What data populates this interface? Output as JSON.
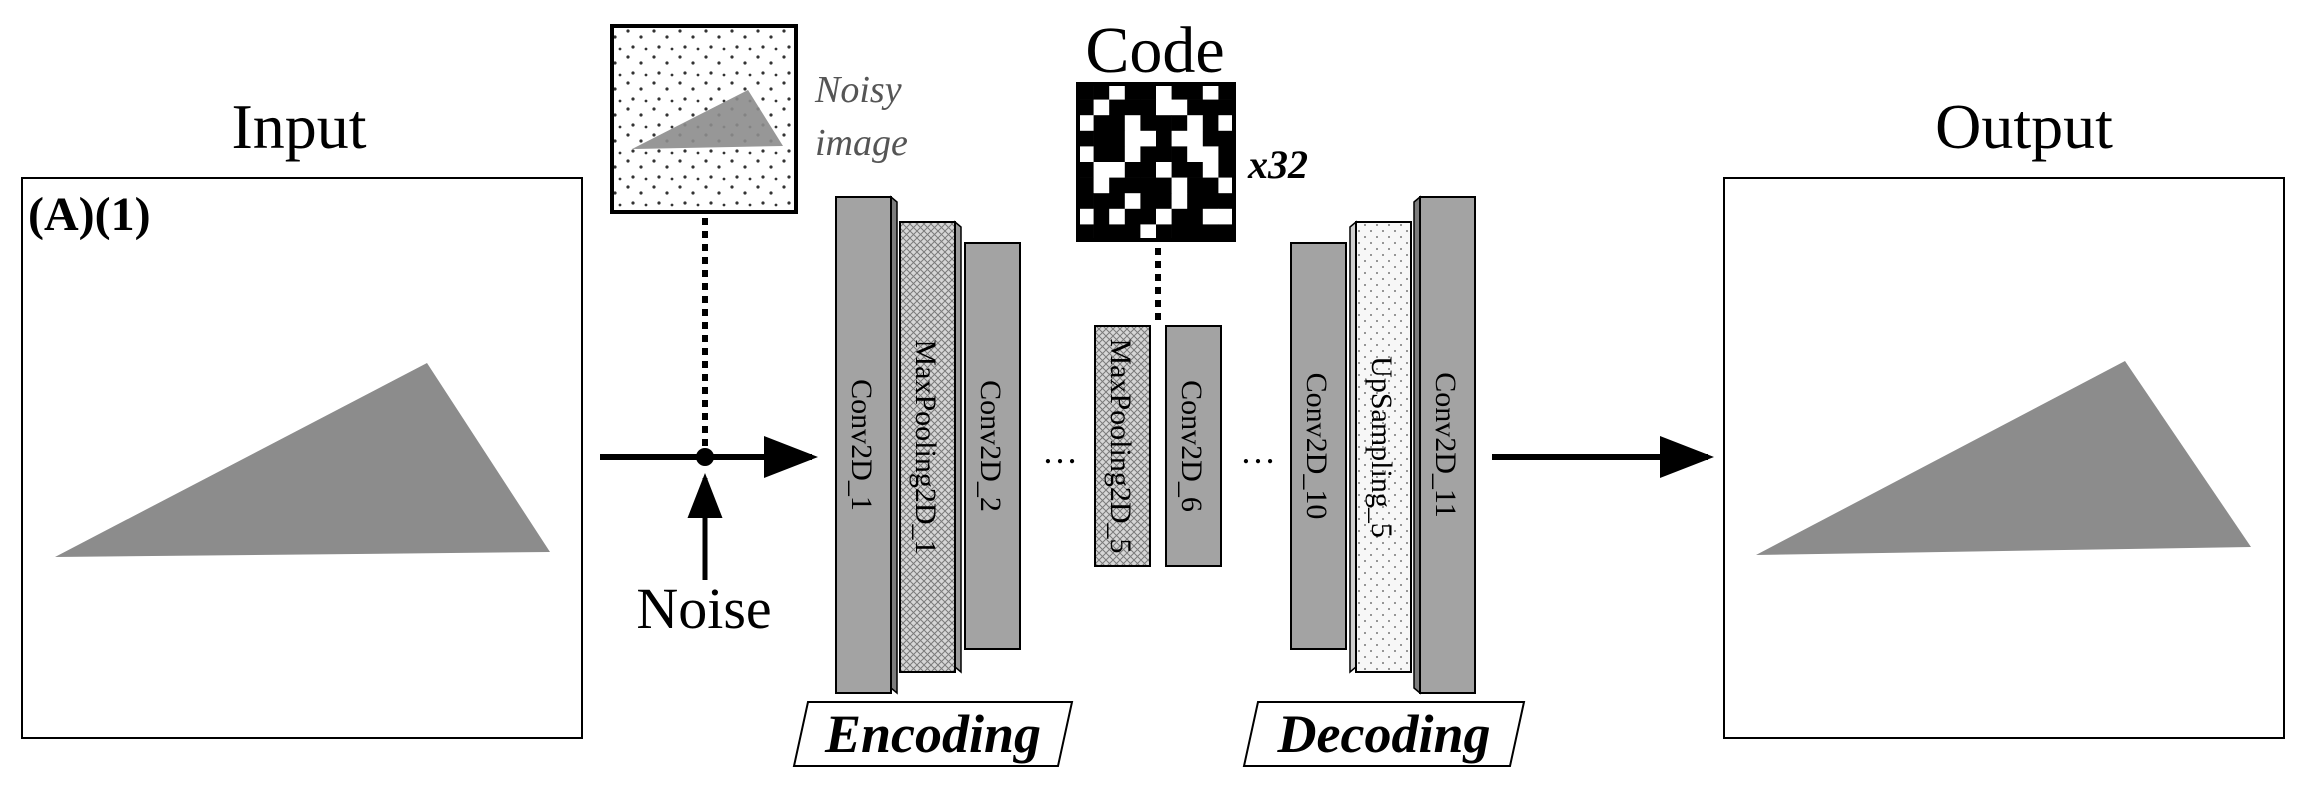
{
  "colors": {
    "shape_fill": "#8c8c8c",
    "conv_fill": "#a3a3a3",
    "pool_fill": "#d6d6d6",
    "upsample_fill": "#f4f4f4",
    "code_dark": "#000000",
    "code_light": "#ffffff"
  },
  "input": {
    "title": "Input",
    "panel_label": "(A)(1)"
  },
  "output": {
    "title": "Output"
  },
  "noisy_image": {
    "label_line1": "Noisy",
    "label_line2": "image"
  },
  "noise": {
    "label": "Noise"
  },
  "code": {
    "title": "Code",
    "multiplier": "x32",
    "grid": [
      [
        1,
        1,
        0,
        1,
        1,
        0,
        1,
        1,
        0,
        1
      ],
      [
        1,
        0,
        1,
        1,
        1,
        0,
        0,
        1,
        1,
        1
      ],
      [
        0,
        1,
        1,
        0,
        1,
        1,
        1,
        0,
        1,
        0
      ],
      [
        1,
        1,
        1,
        0,
        0,
        1,
        0,
        0,
        1,
        1
      ],
      [
        0,
        1,
        1,
        0,
        1,
        1,
        1,
        0,
        0,
        1
      ],
      [
        1,
        0,
        0,
        1,
        1,
        0,
        1,
        1,
        0,
        1
      ],
      [
        1,
        0,
        1,
        1,
        1,
        1,
        0,
        1,
        1,
        0
      ],
      [
        1,
        1,
        1,
        0,
        1,
        1,
        0,
        1,
        1,
        1
      ],
      [
        0,
        1,
        0,
        1,
        1,
        0,
        1,
        1,
        0,
        0
      ],
      [
        1,
        1,
        1,
        1,
        0,
        1,
        1,
        1,
        1,
        1
      ]
    ]
  },
  "layers": {
    "conv2d_1": "Conv2D_1",
    "maxpooling2d_1": "MaxPooling2D_1",
    "conv2d_2": "Conv2D_2",
    "maxpooling2d_5": "MaxPooling2D_5",
    "conv2d_6": "Conv2D_6",
    "conv2d_10": "Conv2D_10",
    "upsampling_5": "UpSampling_5",
    "conv2d_11": "Conv2D_11"
  },
  "ellipsis": "…",
  "stages": {
    "encoding": "Encoding",
    "decoding": "Decoding"
  }
}
